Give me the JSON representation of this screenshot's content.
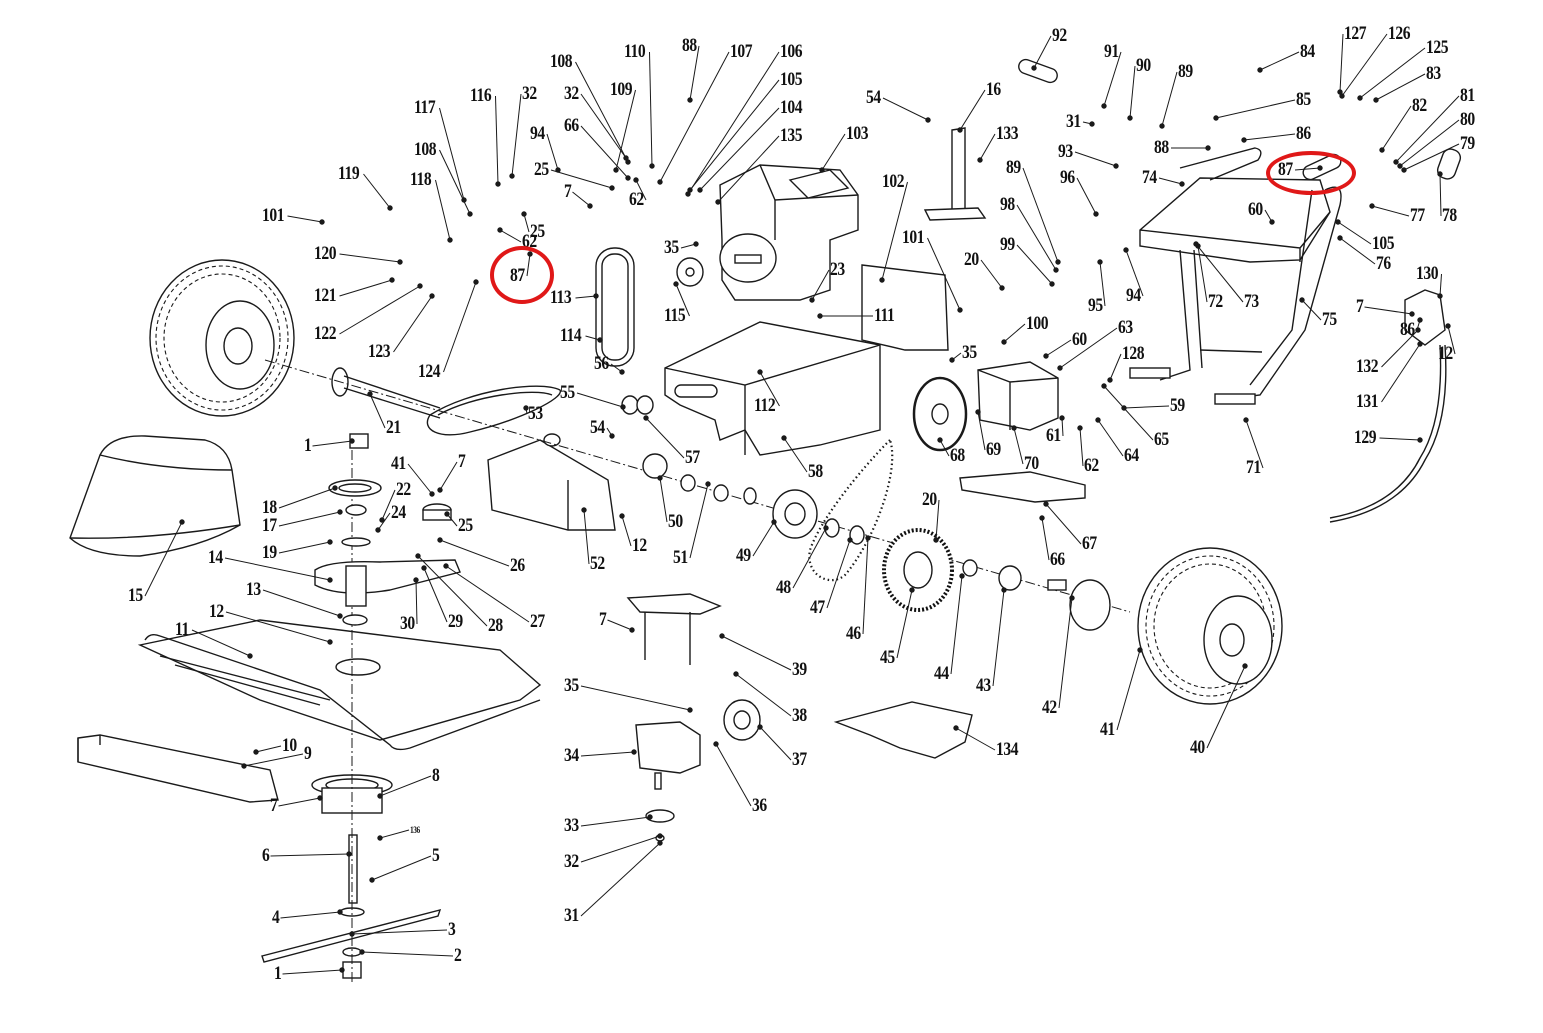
{
  "diagram": {
    "type": "exploded-parts-diagram",
    "subject": "walk-behind brush mower",
    "highlight_color": "#e01818",
    "highlighted_part": "87",
    "callouts": [
      {
        "id": "c1a",
        "text": "1"
      },
      {
        "id": "c1b",
        "text": "1"
      },
      {
        "id": "c2",
        "text": "2"
      },
      {
        "id": "c3",
        "text": "3"
      },
      {
        "id": "c4",
        "text": "4"
      },
      {
        "id": "c5",
        "text": "5"
      },
      {
        "id": "c6",
        "text": "6"
      },
      {
        "id": "c7a",
        "text": "7"
      },
      {
        "id": "c7b",
        "text": "7"
      },
      {
        "id": "c7c",
        "text": "7"
      },
      {
        "id": "c7d",
        "text": "7"
      },
      {
        "id": "c7e",
        "text": "7"
      },
      {
        "id": "c8",
        "text": "8"
      },
      {
        "id": "c9",
        "text": "9"
      },
      {
        "id": "c10",
        "text": "10"
      },
      {
        "id": "c11",
        "text": "11"
      },
      {
        "id": "c12a",
        "text": "12"
      },
      {
        "id": "c12b",
        "text": "12"
      },
      {
        "id": "c12c",
        "text": "12"
      },
      {
        "id": "c13",
        "text": "13"
      },
      {
        "id": "c14",
        "text": "14"
      },
      {
        "id": "c15",
        "text": "15"
      },
      {
        "id": "c16",
        "text": "16"
      },
      {
        "id": "c17",
        "text": "17"
      },
      {
        "id": "c18",
        "text": "18"
      },
      {
        "id": "c19",
        "text": "19"
      },
      {
        "id": "c20a",
        "text": "20"
      },
      {
        "id": "c20b",
        "text": "20"
      },
      {
        "id": "c21",
        "text": "21"
      },
      {
        "id": "c22",
        "text": "22"
      },
      {
        "id": "c23",
        "text": "23"
      },
      {
        "id": "c24",
        "text": "24"
      },
      {
        "id": "c25a",
        "text": "25"
      },
      {
        "id": "c25b",
        "text": "25"
      },
      {
        "id": "c25c",
        "text": "25"
      },
      {
        "id": "c26",
        "text": "26"
      },
      {
        "id": "c27",
        "text": "27"
      },
      {
        "id": "c28",
        "text": "28"
      },
      {
        "id": "c29",
        "text": "29"
      },
      {
        "id": "c30",
        "text": "30"
      },
      {
        "id": "c31a",
        "text": "31"
      },
      {
        "id": "c31b",
        "text": "31"
      },
      {
        "id": "c32a",
        "text": "32"
      },
      {
        "id": "c32b",
        "text": "32"
      },
      {
        "id": "c32c",
        "text": "32"
      },
      {
        "id": "c33",
        "text": "33"
      },
      {
        "id": "c34",
        "text": "34"
      },
      {
        "id": "c35a",
        "text": "35"
      },
      {
        "id": "c35b",
        "text": "35"
      },
      {
        "id": "c35c",
        "text": "35"
      },
      {
        "id": "c36",
        "text": "36"
      },
      {
        "id": "c37",
        "text": "37"
      },
      {
        "id": "c38",
        "text": "38"
      },
      {
        "id": "c39",
        "text": "39"
      },
      {
        "id": "c40",
        "text": "40"
      },
      {
        "id": "c41a",
        "text": "41"
      },
      {
        "id": "c41b",
        "text": "41"
      },
      {
        "id": "c42",
        "text": "42"
      },
      {
        "id": "c43",
        "text": "43"
      },
      {
        "id": "c44",
        "text": "44"
      },
      {
        "id": "c45",
        "text": "45"
      },
      {
        "id": "c46",
        "text": "46"
      },
      {
        "id": "c47",
        "text": "47"
      },
      {
        "id": "c48",
        "text": "48"
      },
      {
        "id": "c49",
        "text": "49"
      },
      {
        "id": "c50",
        "text": "50"
      },
      {
        "id": "c51",
        "text": "51"
      },
      {
        "id": "c52",
        "text": "52"
      },
      {
        "id": "c53",
        "text": "53"
      },
      {
        "id": "c54a",
        "text": "54"
      },
      {
        "id": "c54b",
        "text": "54"
      },
      {
        "id": "c55",
        "text": "55"
      },
      {
        "id": "c56",
        "text": "56"
      },
      {
        "id": "c57",
        "text": "57"
      },
      {
        "id": "c58",
        "text": "58"
      },
      {
        "id": "c59",
        "text": "59"
      },
      {
        "id": "c60a",
        "text": "60"
      },
      {
        "id": "c60b",
        "text": "60"
      },
      {
        "id": "c61",
        "text": "61"
      },
      {
        "id": "c62a",
        "text": "62"
      },
      {
        "id": "c62b",
        "text": "62"
      },
      {
        "id": "c62c",
        "text": "62"
      },
      {
        "id": "c63",
        "text": "63"
      },
      {
        "id": "c64",
        "text": "64"
      },
      {
        "id": "c65",
        "text": "65"
      },
      {
        "id": "c66a",
        "text": "66"
      },
      {
        "id": "c66b",
        "text": "66"
      },
      {
        "id": "c67",
        "text": "67"
      },
      {
        "id": "c68",
        "text": "68"
      },
      {
        "id": "c69",
        "text": "69"
      },
      {
        "id": "c70",
        "text": "70"
      },
      {
        "id": "c71",
        "text": "71"
      },
      {
        "id": "c72",
        "text": "72"
      },
      {
        "id": "c73",
        "text": "73"
      },
      {
        "id": "c74",
        "text": "74"
      },
      {
        "id": "c75",
        "text": "75"
      },
      {
        "id": "c76",
        "text": "76"
      },
      {
        "id": "c77",
        "text": "77"
      },
      {
        "id": "c78",
        "text": "78"
      },
      {
        "id": "c79",
        "text": "79"
      },
      {
        "id": "c80",
        "text": "80"
      },
      {
        "id": "c81",
        "text": "81"
      },
      {
        "id": "c82",
        "text": "82"
      },
      {
        "id": "c83",
        "text": "83"
      },
      {
        "id": "c84",
        "text": "84"
      },
      {
        "id": "c85",
        "text": "85"
      },
      {
        "id": "c86a",
        "text": "86"
      },
      {
        "id": "c86b",
        "text": "86"
      },
      {
        "id": "c87a",
        "text": "87"
      },
      {
        "id": "c87b",
        "text": "87"
      },
      {
        "id": "c88a",
        "text": "88"
      },
      {
        "id": "c88b",
        "text": "88"
      },
      {
        "id": "c89a",
        "text": "89"
      },
      {
        "id": "c89b",
        "text": "89"
      },
      {
        "id": "c90",
        "text": "90"
      },
      {
        "id": "c91",
        "text": "91"
      },
      {
        "id": "c92",
        "text": "92"
      },
      {
        "id": "c93",
        "text": "93"
      },
      {
        "id": "c94a",
        "text": "94"
      },
      {
        "id": "c94b",
        "text": "94"
      },
      {
        "id": "c95",
        "text": "95"
      },
      {
        "id": "c96",
        "text": "96"
      },
      {
        "id": "c98",
        "text": "98"
      },
      {
        "id": "c99",
        "text": "99"
      },
      {
        "id": "c100",
        "text": "100"
      },
      {
        "id": "c101a",
        "text": "101"
      },
      {
        "id": "c101b",
        "text": "101"
      },
      {
        "id": "c102",
        "text": "102"
      },
      {
        "id": "c103",
        "text": "103"
      },
      {
        "id": "c104",
        "text": "104"
      },
      {
        "id": "c105a",
        "text": "105"
      },
      {
        "id": "c105b",
        "text": "105"
      },
      {
        "id": "c106",
        "text": "106"
      },
      {
        "id": "c107",
        "text": "107"
      },
      {
        "id": "c108a",
        "text": "108"
      },
      {
        "id": "c108b",
        "text": "108"
      },
      {
        "id": "c109",
        "text": "109"
      },
      {
        "id": "c110",
        "text": "110"
      },
      {
        "id": "c111",
        "text": "111"
      },
      {
        "id": "c112",
        "text": "112"
      },
      {
        "id": "c113",
        "text": "113"
      },
      {
        "id": "c114",
        "text": "114"
      },
      {
        "id": "c115",
        "text": "115"
      },
      {
        "id": "c116",
        "text": "116"
      },
      {
        "id": "c117",
        "text": "117"
      },
      {
        "id": "c118",
        "text": "118"
      },
      {
        "id": "c119",
        "text": "119"
      },
      {
        "id": "c120",
        "text": "120"
      },
      {
        "id": "c121",
        "text": "121"
      },
      {
        "id": "c122",
        "text": "122"
      },
      {
        "id": "c123",
        "text": "123"
      },
      {
        "id": "c124",
        "text": "124"
      },
      {
        "id": "c125",
        "text": "125"
      },
      {
        "id": "c126",
        "text": "126"
      },
      {
        "id": "c127",
        "text": "127"
      },
      {
        "id": "c128",
        "text": "128"
      },
      {
        "id": "c129",
        "text": "129"
      },
      {
        "id": "c130",
        "text": "130"
      },
      {
        "id": "c131",
        "text": "131"
      },
      {
        "id": "c132",
        "text": "132"
      },
      {
        "id": "c133",
        "text": "133"
      },
      {
        "id": "c134",
        "text": "134"
      },
      {
        "id": "c135",
        "text": "135"
      },
      {
        "id": "c136",
        "text": "136"
      }
    ]
  }
}
